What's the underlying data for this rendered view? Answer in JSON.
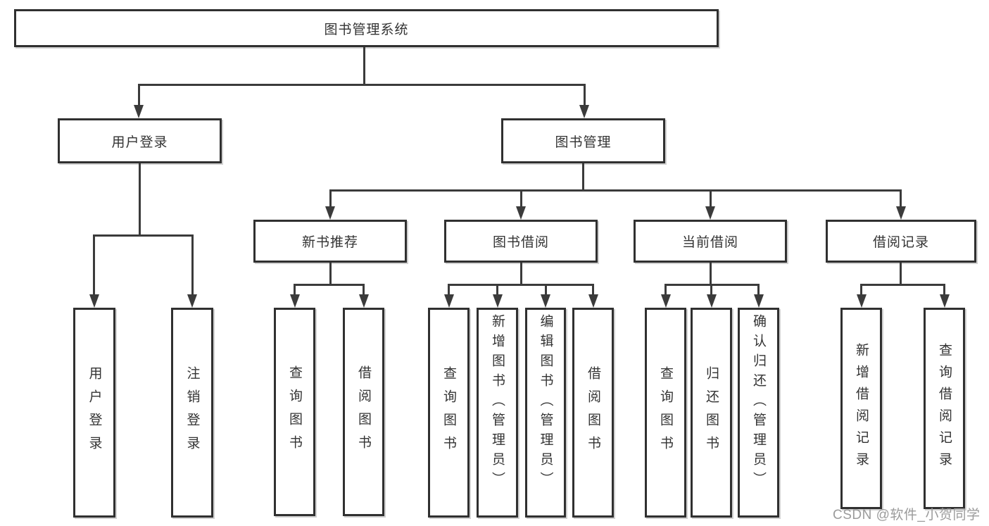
{
  "diagram_title": "图书管理系统",
  "nodes": {
    "root": "图书管理系统",
    "user_login": "用户登录",
    "book_mgmt": "图书管理",
    "new_book_rec": "新书推荐",
    "book_borrow": "图书借阅",
    "current_borrow": "当前借阅",
    "borrow_records": "借阅记录",
    "ul_login": "用户登录",
    "ul_logout": "注销登录",
    "nb_query": "查询图书",
    "nb_borrow": "借阅图书",
    "bb_query": "查询图书",
    "bb_add": "新增图书（管理员）",
    "bb_edit": "编辑图书（管理员）",
    "bb_borrow": "借阅图书",
    "cb_query": "查询图书",
    "cb_return": "归还图书",
    "cb_confirm": "确认归还（管理员）",
    "br_add": "新增借阅记录",
    "br_query": "查询借阅记录"
  },
  "hierarchy": {
    "root": "图书管理系统",
    "children": [
      {
        "label": "用户登录",
        "children": [
          "用户登录",
          "注销登录"
        ]
      },
      {
        "label": "图书管理",
        "children": [
          {
            "label": "新书推荐",
            "children": [
              "查询图书",
              "借阅图书"
            ]
          },
          {
            "label": "图书借阅",
            "children": [
              "查询图书",
              "新增图书（管理员）",
              "编辑图书（管理员）",
              "借阅图书"
            ]
          },
          {
            "label": "当前借阅",
            "children": [
              "查询图书",
              "归还图书",
              "确认归还（管理员）"
            ]
          },
          {
            "label": "借阅记录",
            "children": [
              "新增借阅记录",
              "查询借阅记录"
            ]
          }
        ]
      }
    ]
  },
  "watermark": "CSDN @软件_小贺同学",
  "colors": {
    "background": "#ffffff",
    "box_border": "#303030",
    "connector_line": "#3b3b3b",
    "text": "#333333",
    "watermark_text": "#9b9b9b"
  }
}
